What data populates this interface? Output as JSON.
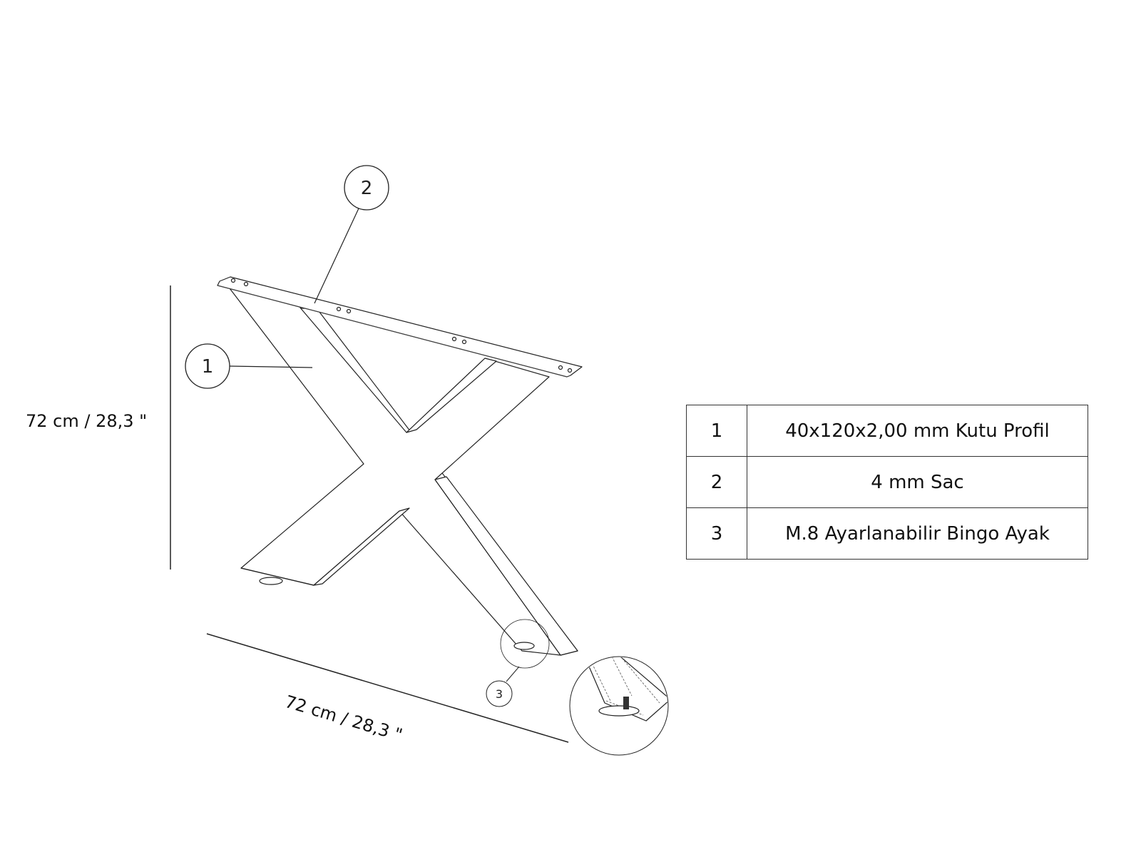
{
  "dimensions": {
    "height_label": "72 cm / 28,3 \"",
    "width_label": "72 cm / 28,3 \""
  },
  "callouts": [
    "1",
    "2",
    "3"
  ],
  "parts_table": {
    "rows": [
      {
        "no": "1",
        "description": "40x120x2,00 mm Kutu Profil"
      },
      {
        "no": "2",
        "description": "4 mm Sac"
      },
      {
        "no": "3",
        "description": "M.8 Ayarlanabilir Bingo Ayak"
      }
    ]
  }
}
